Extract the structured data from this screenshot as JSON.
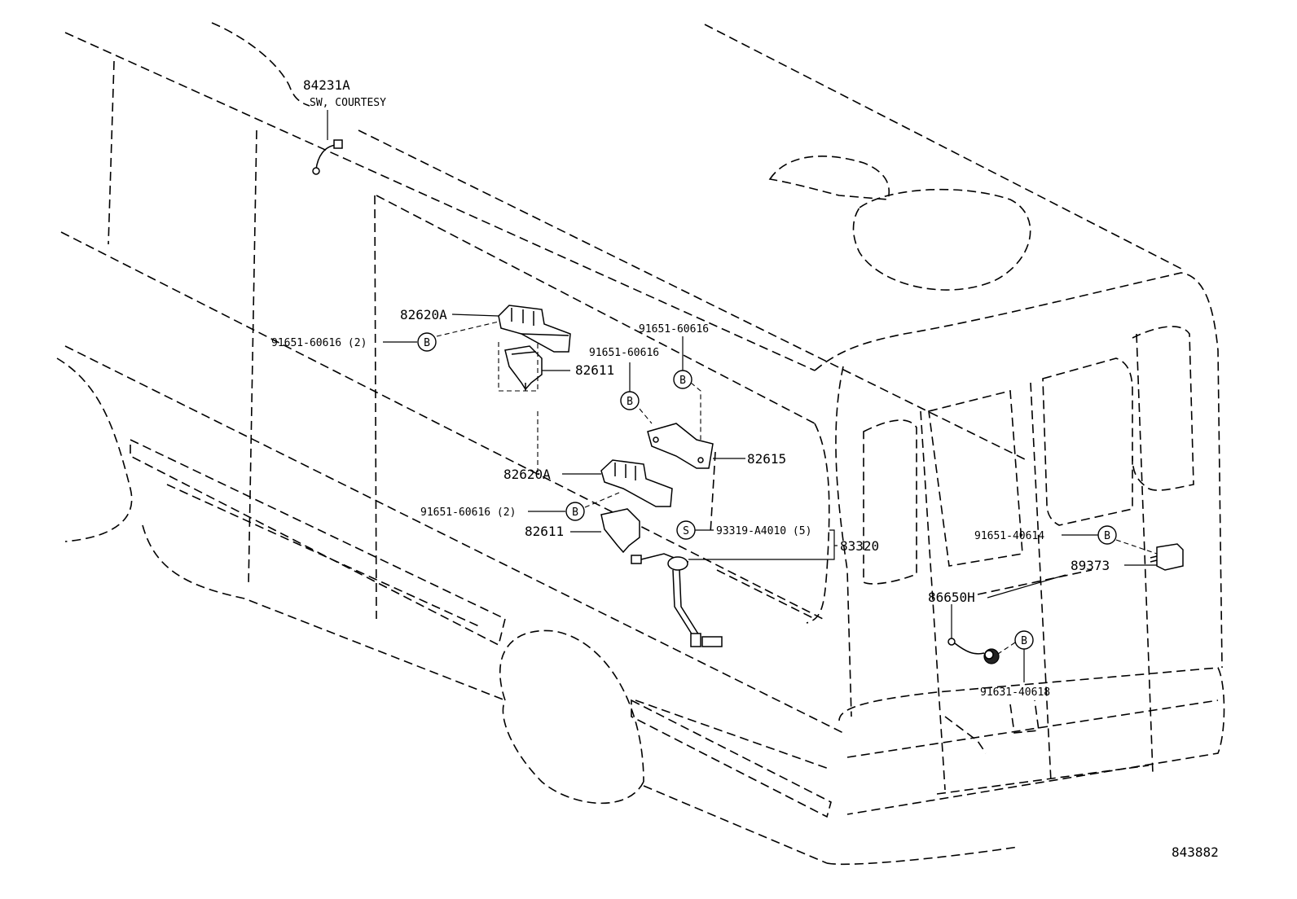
{
  "diagram": {
    "figure_number": "843882",
    "sheet_callout": {
      "letter": "B"
    },
    "screw_callout": {
      "letter": "S"
    },
    "labels": {
      "courtesy_switch_part": "84231A",
      "courtesy_switch_name": "SW, COURTESY",
      "bolt_upper_left": "91651-60616 (2)",
      "bolt_upper_right": "91651-60616",
      "bolt_middle": "91651-60616",
      "bolt_lower_left": "91651-60616 (2)",
      "relay_block_upper": "82620A",
      "relay_block_lower": "82620A",
      "bracket_upper": "82611",
      "bracket_lower": "82611",
      "bracket_plate": "82615",
      "screw": "93319-A4010 (5)",
      "harness": "83320",
      "bolt_rear": "91651-40614",
      "rear_unit": "89373",
      "buzzer": "86650H",
      "bolt_buzzer": "91631-40618"
    }
  }
}
